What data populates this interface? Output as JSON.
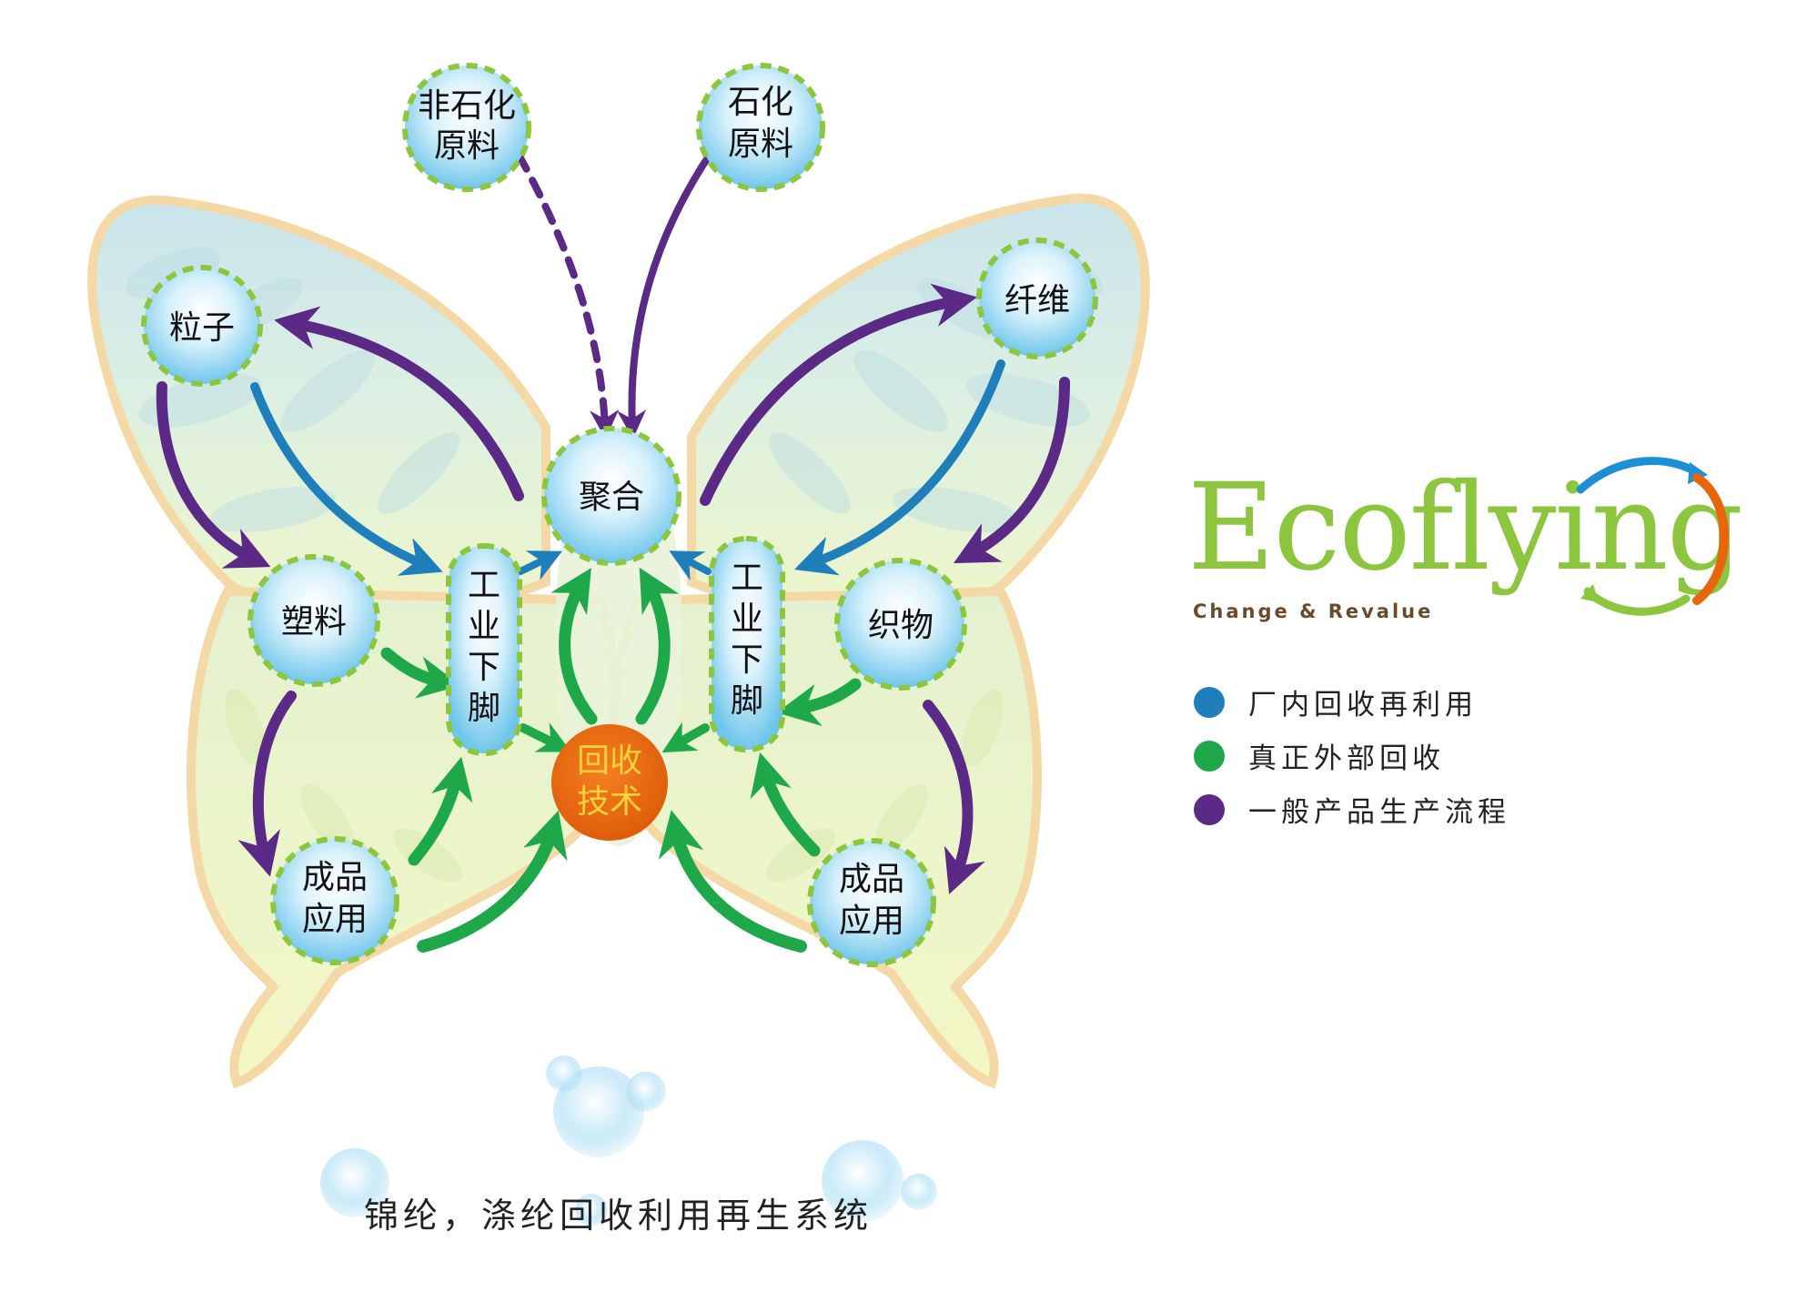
{
  "colors": {
    "blue": "#1f7fba",
    "green": "#1fa84a",
    "purple": "#5b2a86",
    "orange": "#e8650c",
    "logo_green": "#8cc63e",
    "logo_brown": "#6b4a2b",
    "logo_blue": "#1d8fd6",
    "node_border": "#8cc63e",
    "center_text": "#ffd23a"
  },
  "nodes": {
    "non_petro": {
      "line1": "非石化",
      "line2": "原料"
    },
    "petro": {
      "line1": "石化",
      "line2": "原料"
    },
    "pellet": {
      "label": "粒子"
    },
    "fiber": {
      "label": "纤维"
    },
    "polymer": {
      "label": "聚合"
    },
    "plastic": {
      "label": "塑料"
    },
    "fabric": {
      "label": "织物"
    },
    "scrap_left": {
      "chars": [
        "工",
        "业",
        "下",
        "脚"
      ]
    },
    "scrap_right": {
      "chars": [
        "工",
        "业",
        "下",
        "脚"
      ]
    },
    "product_left": {
      "line1": "成品",
      "line2": "应用"
    },
    "product_right": {
      "line1": "成品",
      "line2": "应用"
    },
    "recycle": {
      "line1": "回收",
      "line2": "技术"
    }
  },
  "logo": {
    "word": "Ecoflying",
    "tagline": "Change & Revalue"
  },
  "legend": [
    {
      "label": "厂内回收再利用",
      "color": "#1f7fba",
      "icon": "blue-dot-icon"
    },
    {
      "label": "真正外部回收",
      "color": "#1fa84a",
      "icon": "green-dot-icon"
    },
    {
      "label": "一般产品生产流程",
      "color": "#5b2a86",
      "icon": "purple-dot-icon"
    }
  ],
  "caption": "锦纶，涤纶回收利用再生系统"
}
